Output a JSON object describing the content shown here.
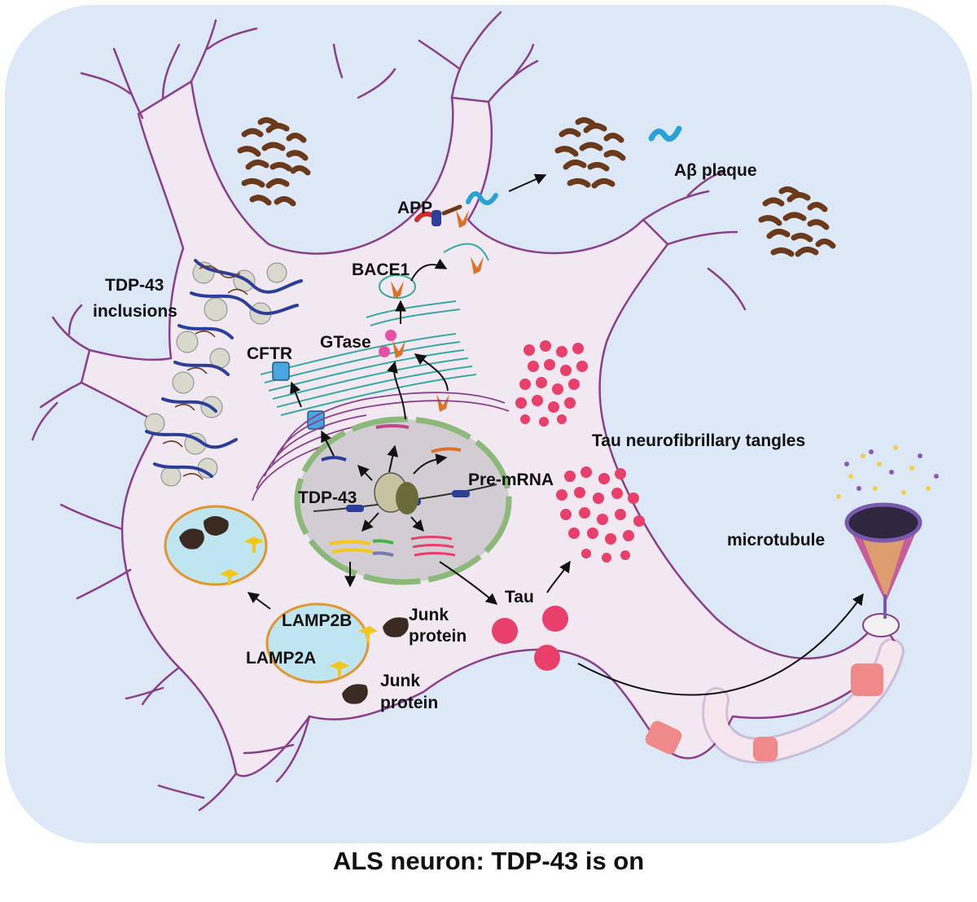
{
  "caption": "ALS neuron: TDP-43 is on",
  "labels": {
    "app": "APP",
    "abeta_plaque": "Aβ plaque",
    "bace1": "BACE1",
    "tdp43_inclusions_line1": "TDP-43",
    "tdp43_inclusions_line2": "inclusions",
    "cftr": "CFTR",
    "gtase": "GTase",
    "tau_tangles": "Tau neurofibrillary tangles",
    "tdp43": "TDP-43",
    "pre_mrna": "Pre-mRNA",
    "microtubule": "microtubule",
    "tau": "Tau",
    "lamp2b": "LAMP2B",
    "lamp2a": "LAMP2A",
    "junk_protein_1_line1": "Junk",
    "junk_protein_1_line2": "protein",
    "junk_protein_2_line1": "Junk",
    "junk_protein_2_line2": "protein"
  },
  "colors": {
    "background_panel": "#dce8f5",
    "neuron_body": "#f1e8f1",
    "neuron_outline": "#8a3f8a",
    "nucleus": "#d2cdd2",
    "nuclear_envelope": "#8cb87a",
    "golgi": "#3aa9a0",
    "er": "#8a3f8a",
    "plaque": "#6b3a1a",
    "abeta_peptide": "#2aa2d8",
    "tau_tangle": "#e8406a",
    "tdp43_fibril": "#2b3f9a",
    "lysosome": "#bfe6f0",
    "lysosome_ring": "#e3962e",
    "lamp_receptor": "#f2c81f",
    "junk_protein": "#3b2a22",
    "bace1_enzyme": "#d9732a",
    "myelin": "#f08a8a"
  },
  "icons": {
    "ribosome": "ribosome-icon",
    "cftr_channel": "cftr-channel-icon",
    "bace1_enzyme": "bace1-enzyme-icon",
    "lysosome": "lysosome-icon",
    "microtubule": "microtubule-icon"
  }
}
